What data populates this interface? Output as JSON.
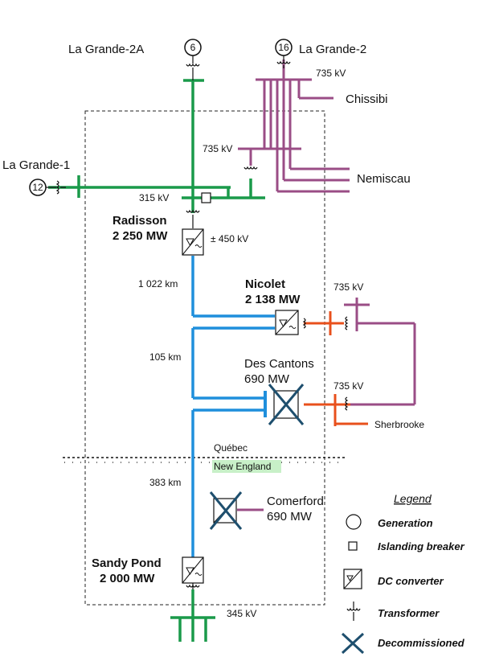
{
  "stations": {
    "la_grande_2a": "La Grande-2A",
    "la_grande_2": "La Grande-2",
    "la_grande_1": "La Grande-1",
    "chissibi": "Chissibi",
    "nemiscau": "Nemiscau",
    "sherbrooke": "Sherbrooke",
    "radisson": "Radisson",
    "radisson_mw": "2 250 MW",
    "nicolet": "Nicolet",
    "nicolet_mw": "2 138 MW",
    "des_cantons": "Des Cantons",
    "des_cantons_mw": "690 MW",
    "comerford": "Comerford",
    "comerford_mw": "690 MW",
    "sandy_pond": "Sandy Pond",
    "sandy_pond_mw": "2 000 MW"
  },
  "generators": {
    "g6": "6",
    "g16": "16",
    "g12": "12"
  },
  "voltages": {
    "v735_top": "735 kV",
    "v735_mid": "735 kV",
    "v315": "315 kV",
    "v450": "± 450 kV",
    "v735_nicolet": "735 kV",
    "v735_cantons": "735 kV",
    "v345": "345 kV"
  },
  "distances": {
    "d1022": "1 022 km",
    "d105": "105 km",
    "d383": "383 km"
  },
  "border": {
    "quebec": "Québec",
    "new_england": "New England"
  },
  "legend": {
    "title": "Legend",
    "generation": "Generation",
    "islanding_breaker": "Islanding breaker",
    "dc_converter": "DC converter",
    "transformer": "Transformer",
    "decommissioned": "Decommissioned"
  },
  "colors": {
    "ac_315": "#1a9a4a",
    "ac_735": "#9a4d86",
    "dc_line": "#1f8fdc",
    "ac_local": "#e8501c",
    "decommissioned": "#1e4f6e",
    "new_england_bg": "#c8f0c8"
  }
}
